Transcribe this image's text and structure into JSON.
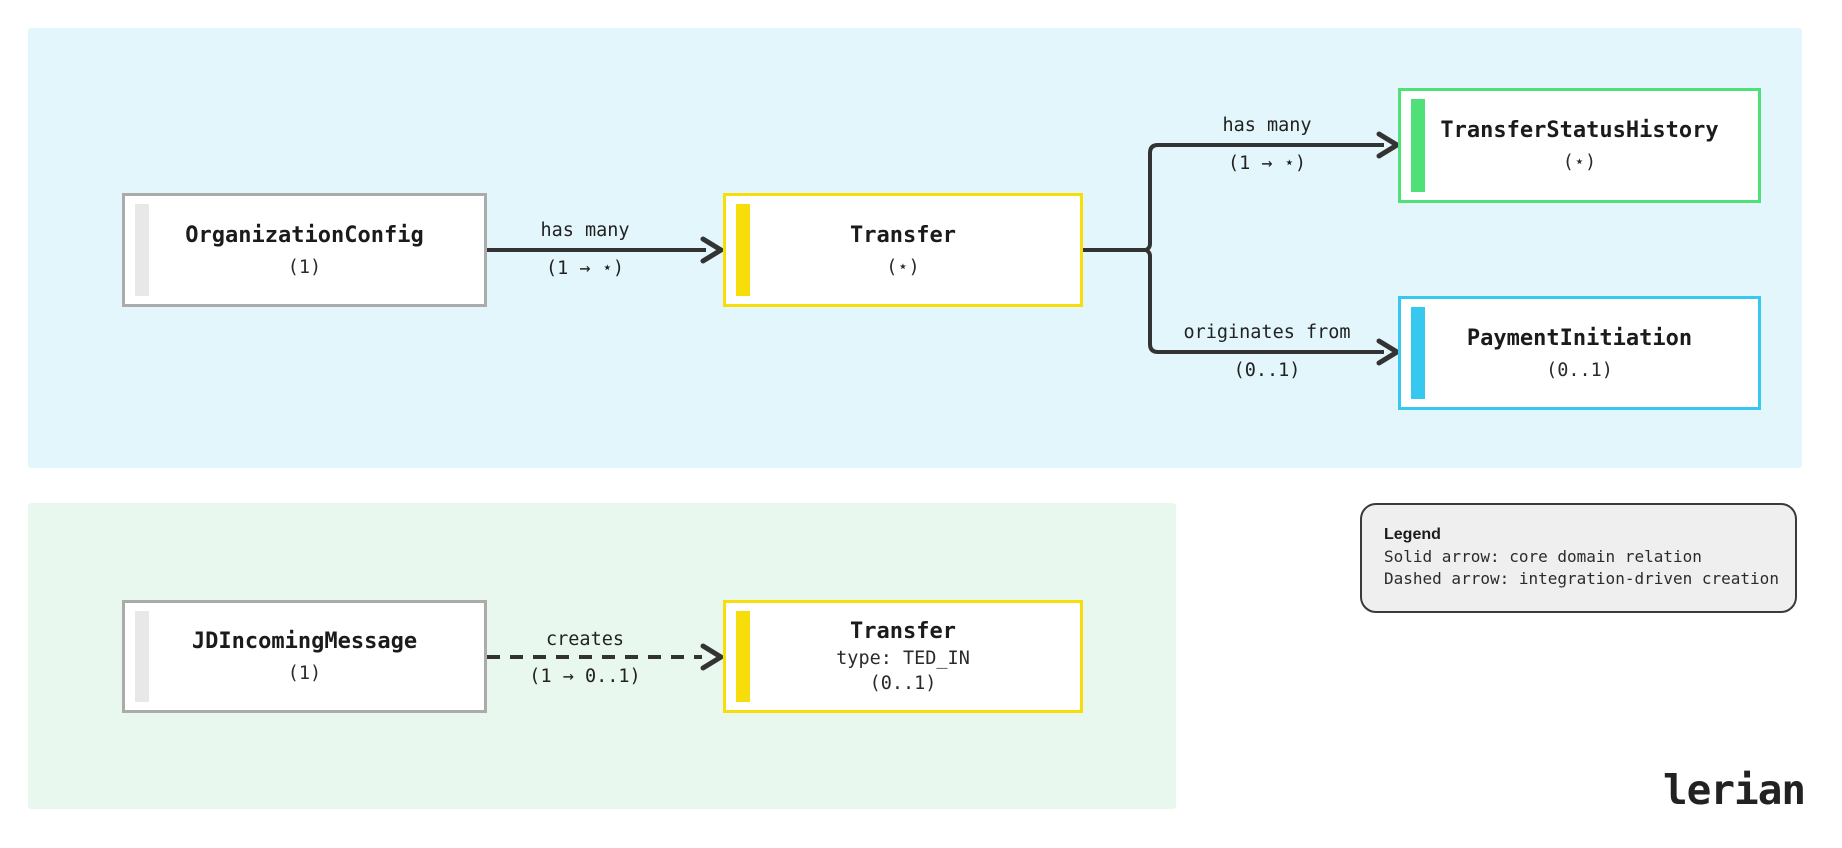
{
  "colors": {
    "core_panel_bg": "#e2f6fb",
    "integration_panel_bg": "#e9f8ee",
    "yellow": "#f7de0a",
    "green": "#50e078",
    "cyan": "#37c8f0",
    "gray_border": "#ababab",
    "gray_stripe": "#e8e8e8",
    "connector": "#333333",
    "legend_bg": "#efefef"
  },
  "entities": {
    "organization_config": {
      "title": "OrganizationConfig",
      "cardinality": "(1)"
    },
    "transfer": {
      "title": "Transfer",
      "cardinality": "(⋆)"
    },
    "transfer_status_history": {
      "title": "TransferStatusHistory",
      "cardinality": "(⋆)"
    },
    "payment_initiation": {
      "title": "PaymentInitiation",
      "cardinality": "(0..1)"
    },
    "jd_incoming_message": {
      "title": "JDIncomingMessage",
      "cardinality": "(1)"
    },
    "transfer_ted_in": {
      "title": "Transfer",
      "subtitle": "type: TED_IN",
      "cardinality": "(0..1)"
    }
  },
  "edges": {
    "org_to_transfer": {
      "label": "has many",
      "cardinality": "(1 → ⋆)",
      "style": "solid"
    },
    "transfer_to_status_history": {
      "label": "has many",
      "cardinality": "(1 → ⋆)",
      "style": "solid"
    },
    "transfer_to_payment_initiation": {
      "label": "originates from",
      "cardinality": "(0..1)",
      "style": "solid"
    },
    "jd_to_transfer": {
      "label": "creates",
      "cardinality": "(1 → 0..1)",
      "style": "dashed"
    }
  },
  "legend": {
    "title": "Legend",
    "lines": [
      "Solid arrow: core domain relation",
      "Dashed arrow: integration-driven creation"
    ]
  },
  "logo": {
    "text": "lerian"
  }
}
